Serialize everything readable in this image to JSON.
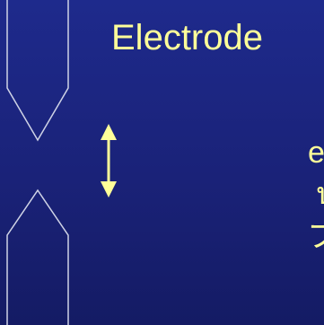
{
  "slide": {
    "title": "Electrode",
    "text_line_1": "e",
    "text_line_2": "ป",
    "text_line_3": "フ"
  },
  "colors": {
    "background": "#1a2278",
    "electrode_outline": "#cfd3e6",
    "accent_yellow": "#ffff99"
  },
  "icons": {
    "gap_arrow": "double-headed-vertical-arrow"
  }
}
